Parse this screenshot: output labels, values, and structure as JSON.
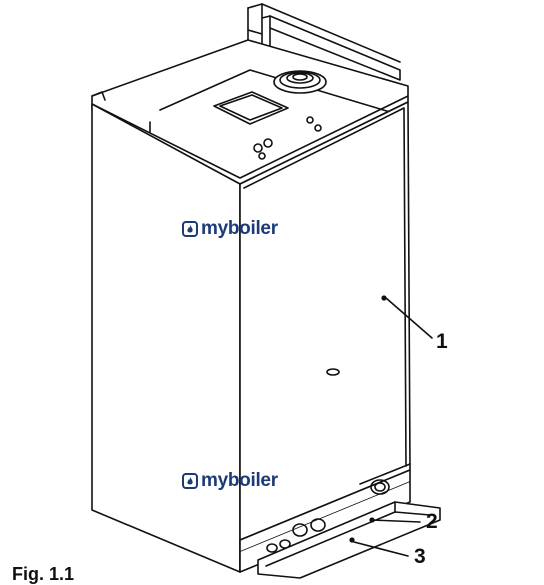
{
  "watermark": {
    "text": "myboiler",
    "color": "#1d3a78"
  },
  "callouts": [
    {
      "label": "1"
    },
    {
      "label": "2"
    },
    {
      "label": "3"
    }
  ],
  "caption": "Fig. 1.1",
  "colors": {
    "line": "#111111",
    "fill": "#ffffff"
  }
}
